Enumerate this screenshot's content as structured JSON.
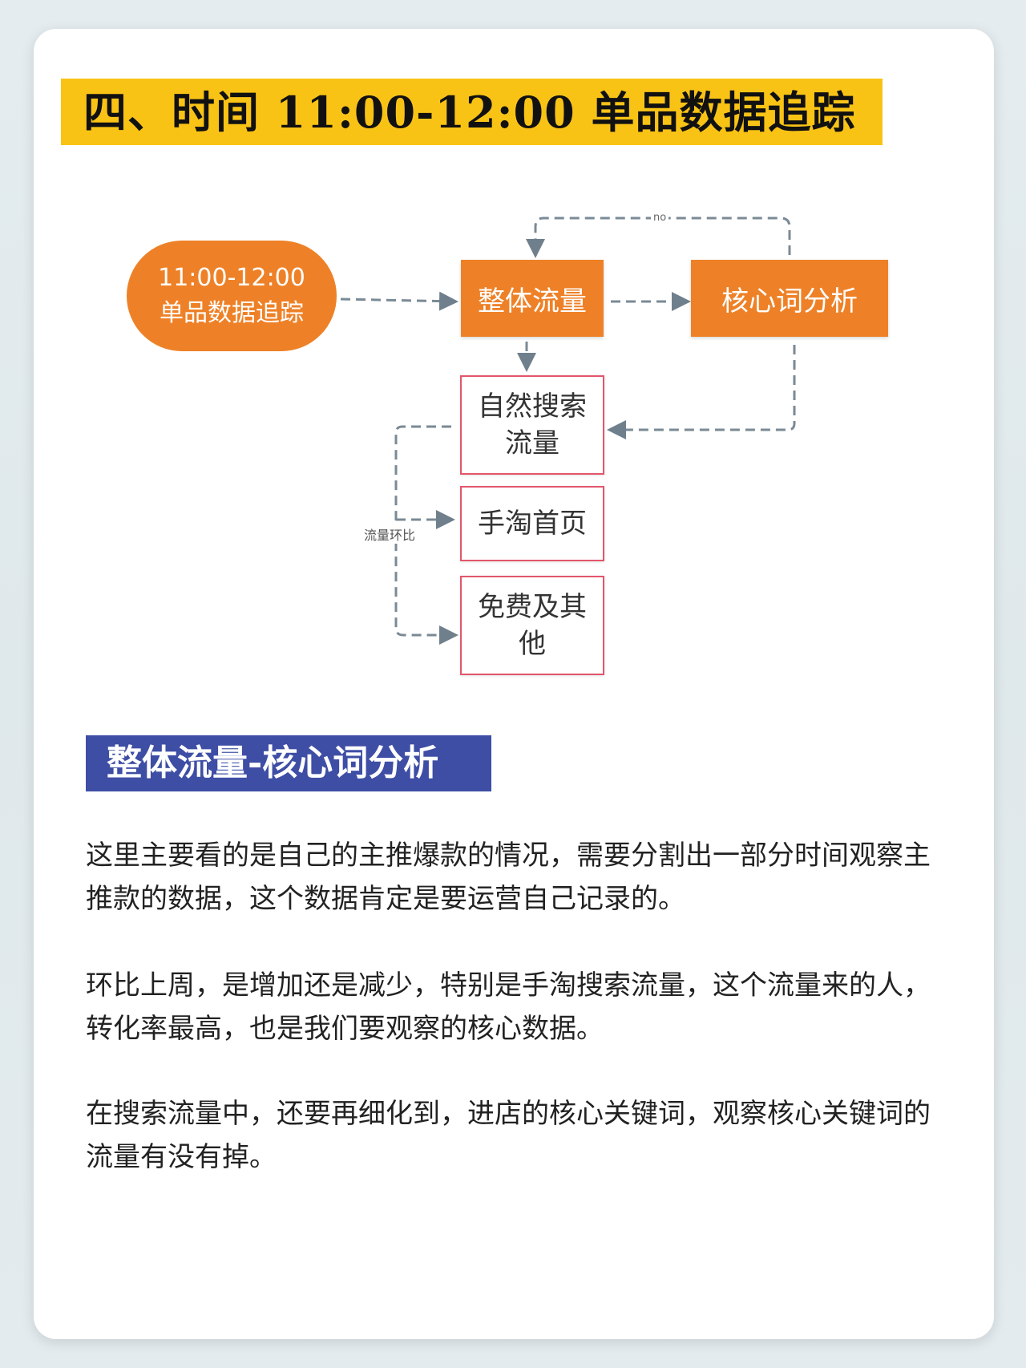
{
  "header": {
    "title": "四、时间 11:00-12:00 单品数据追踪"
  },
  "diagram": {
    "start": {
      "line1": "11:00-12:00",
      "line2": "单品数据追踪"
    },
    "overall_traffic": "整体流量",
    "keyword_analysis": "核心词分析",
    "loop_label": "no",
    "natural_search": "自然搜索流量",
    "taobao_home": "手淘首页",
    "free_other": "免费及其他",
    "side_label": "流量环比"
  },
  "section": {
    "title": "整体流量-核心词分析"
  },
  "paragraphs": [
    "这里主要看的是自己的主推爆款的情况，需要分割出一部分时间观察主推款的数据，这个数据肯定是要运营自己记录的。",
    "环比上周，是增加还是减少，特别是手淘搜索流量，这个流量来的人，转化率最高，也是我们要观察的核心数据。",
    "在搜索流量中，还要再细化到，进店的核心关键词，观察核心关键词的流量有没有掉。"
  ],
  "colors": {
    "banner": "#f9c316",
    "orange": "#ee8127",
    "navy": "#3e4ea5",
    "red_border": "#e2566b"
  }
}
